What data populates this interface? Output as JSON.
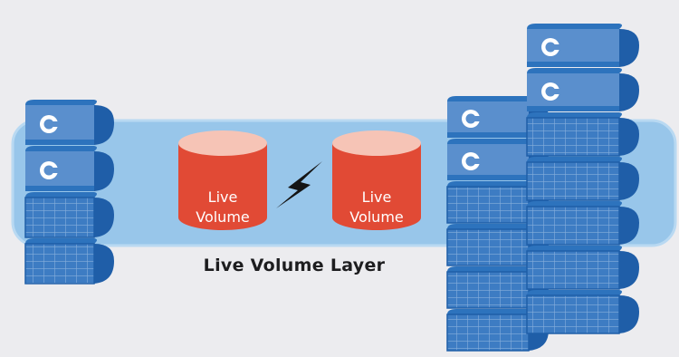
{
  "diagram": {
    "volumes": [
      {
        "line1": "Live",
        "line2": "Volume"
      },
      {
        "line1": "Live",
        "line2": "Volume"
      }
    ],
    "layer_label": "Live Volume Layer",
    "colors": {
      "background": "#ececef",
      "layer_band": "#98c6ea",
      "layer_band_edge": "#b9d9f2",
      "rack_dark": "#1f5ea8",
      "rack_mid": "#2d73bd",
      "rack_light": "#5a8fcd",
      "rack_grid": "#7fa9da",
      "volume_red": "#e14a35",
      "volume_top": "#f6c4b6",
      "link_icon": "#141414"
    },
    "icons": [
      "storage-rack-icon",
      "controller-c-icon",
      "cylinder-volume-icon",
      "lightning-link-icon"
    ]
  }
}
